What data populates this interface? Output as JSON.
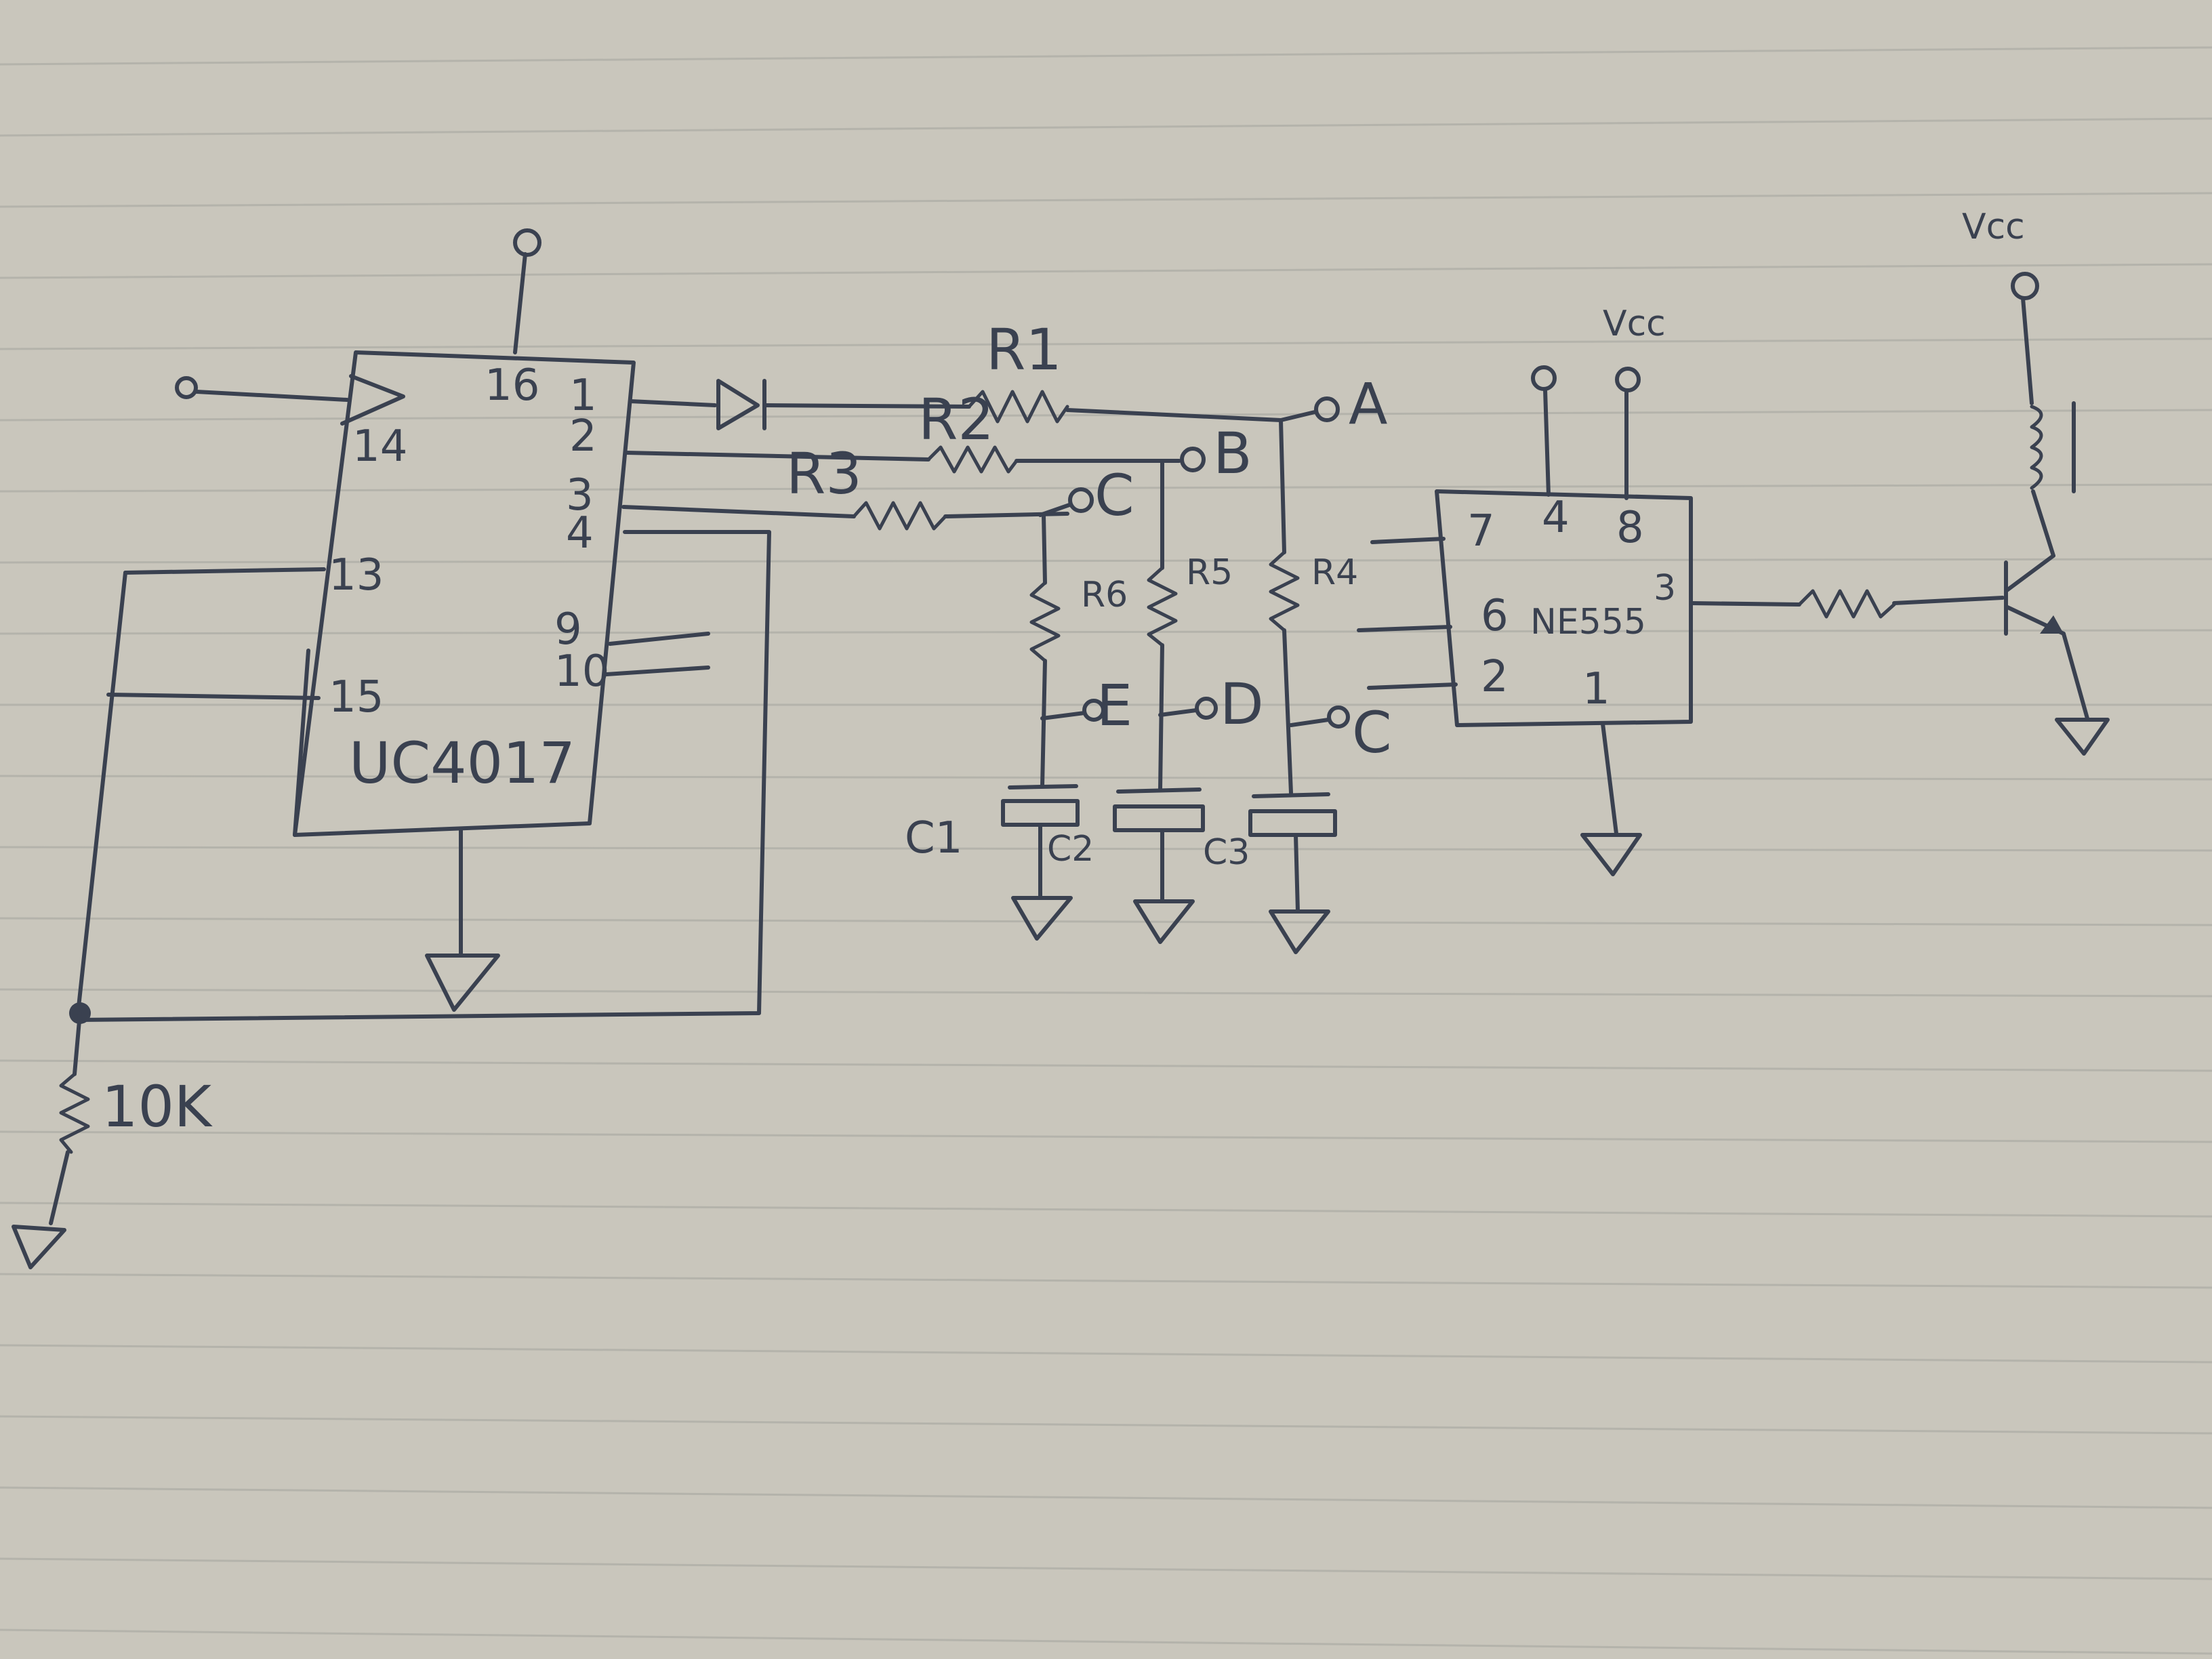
{
  "colors": {
    "paper": "#c9c6bc",
    "ink": "#3a4150",
    "rule": "#b4b3ab"
  },
  "counter": {
    "name": "UC4017",
    "pins": {
      "p16": "16",
      "p14": "14",
      "p13": "13",
      "p15": "15",
      "p1": "1",
      "p2": "2",
      "p3": "3",
      "p4": "4",
      "p9": "9",
      "p10": "10"
    }
  },
  "timer": {
    "name": "NE555",
    "pins": {
      "p7": "7",
      "p4": "4",
      "p8": "8",
      "p6": "6",
      "p2": "2",
      "p3": "3",
      "p1": "1"
    }
  },
  "resistors": {
    "r1": "R1",
    "r2": "R2",
    "r3": "R3",
    "r4": "R4",
    "r5": "R5",
    "r6": "R6",
    "r10k": "10K"
  },
  "capacitors": {
    "c1": "C1",
    "c2": "C2",
    "c3": "C3"
  },
  "nodes": {
    "a": "A",
    "b": "B",
    "c_top": "C",
    "c_bottom": "C",
    "d": "D",
    "e": "E"
  },
  "supply": {
    "vcc_timer": "Vcc",
    "vcc_transistor": "Vcc"
  }
}
